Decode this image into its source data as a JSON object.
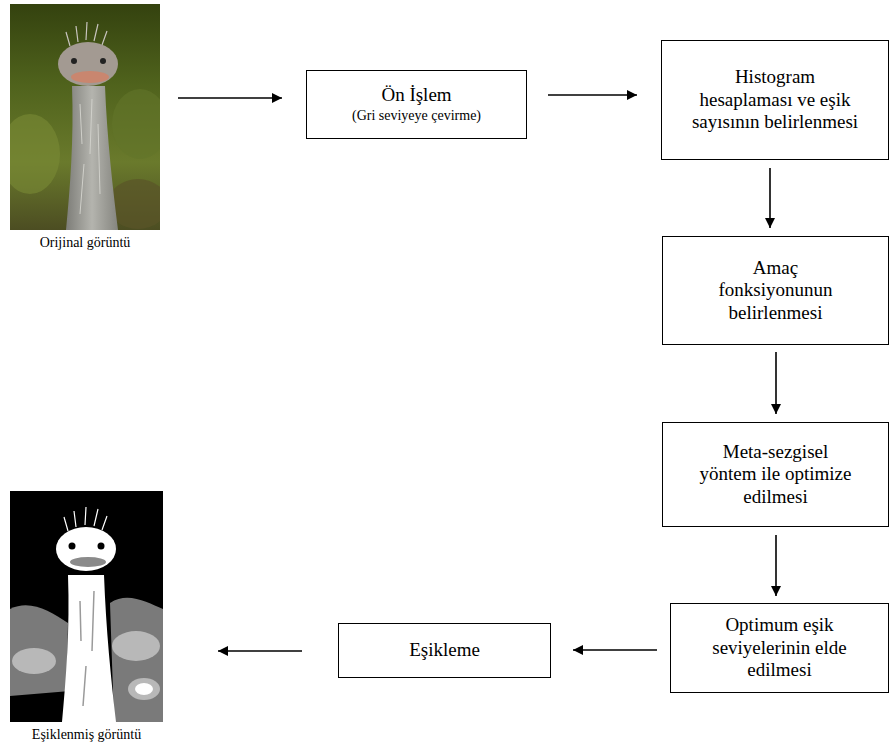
{
  "diagram": {
    "nodes": [
      {
        "text": [
          "Orijinal görüntü"
        ]
      },
      {
        "text": [
          "Ön İşlem",
          "(Gri seviyeye çevirme)"
        ]
      },
      {
        "text": [
          "Histogram hesaplaması ve eşik sayısının belirlenmesi"
        ]
      },
      {
        "text": [
          "Amaç fonksiyonunun belirlenmesi"
        ]
      },
      {
        "text": [
          "Meta-sezgisel yöntem ile optimize edilmesi"
        ]
      },
      {
        "text": [
          "Optimum eşik seviyelerinin elde edilmesi"
        ]
      },
      {
        "text": [
          "Eşikleme"
        ]
      },
      {
        "text": [
          "Eşiklenmiş görüntü"
        ]
      }
    ],
    "edges": [
      {
        "from": 0,
        "to": 1,
        "arrow": "to"
      },
      {
        "from": 1,
        "to": 2,
        "arrow": "to"
      },
      {
        "from": 2,
        "to": 3,
        "arrow": "to"
      },
      {
        "from": 3,
        "to": 4,
        "arrow": "to"
      },
      {
        "from": 4,
        "to": 5,
        "arrow": "to"
      },
      {
        "from": 5,
        "to": 6,
        "arrow": "to"
      },
      {
        "from": 6,
        "to": 7,
        "arrow": "to"
      }
    ]
  }
}
